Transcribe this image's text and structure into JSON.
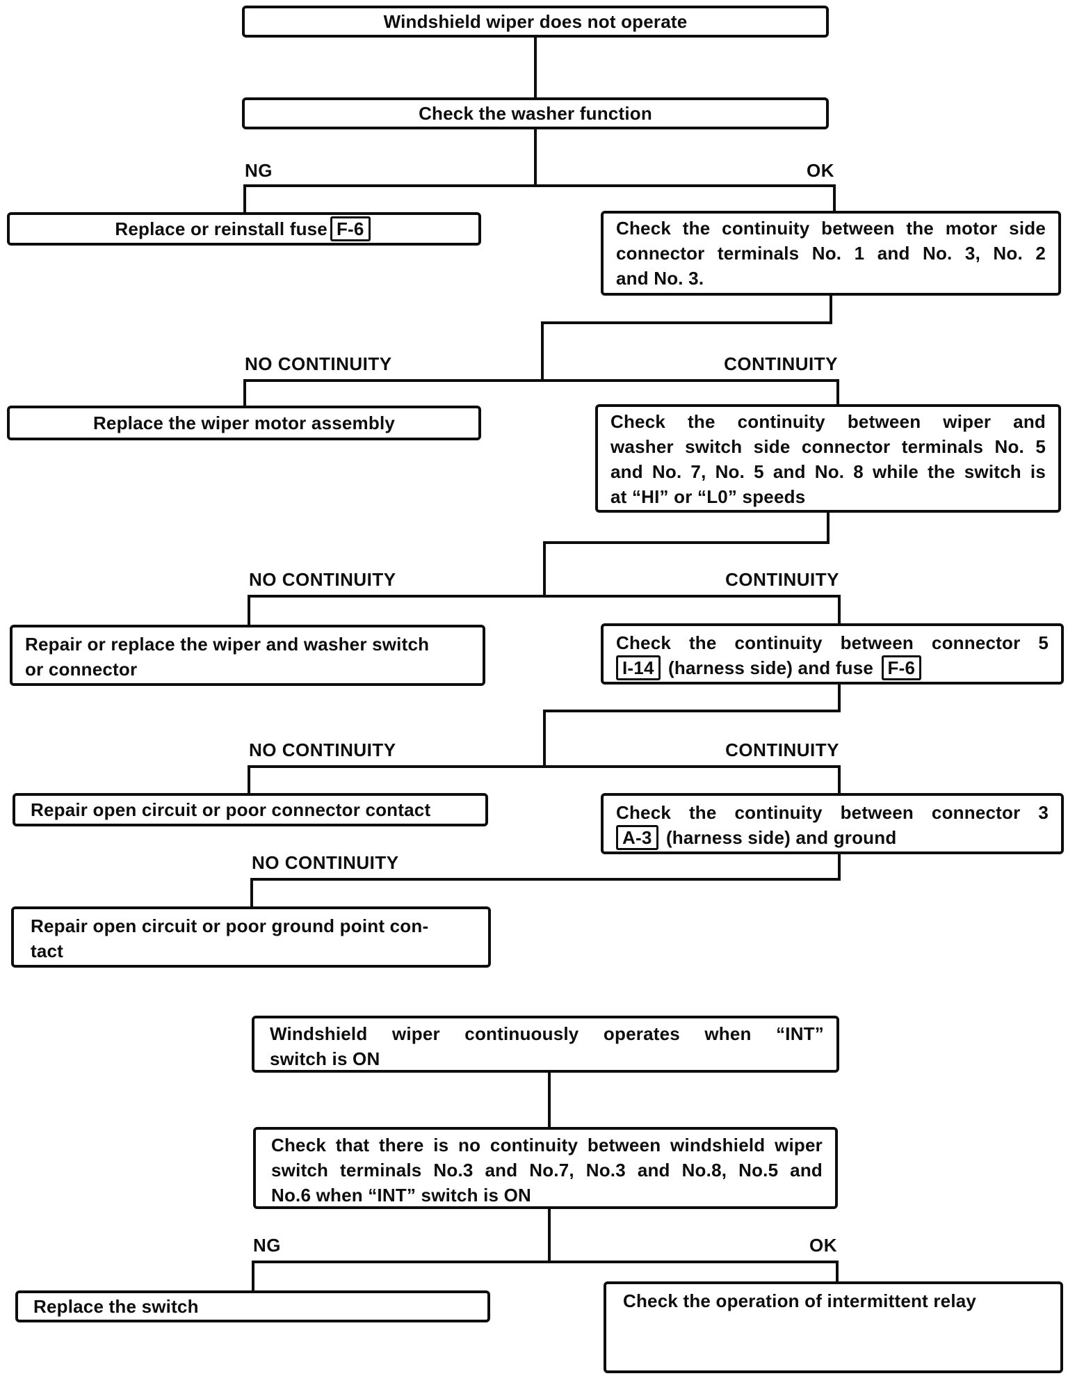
{
  "page": {
    "background_color": "#ffffff",
    "ink_color": "#0d0d0d",
    "document_type": "windshield wiper troubleshooting flowchart"
  },
  "labels": {
    "ng": "NG",
    "ok": "OK",
    "no_continuity": "NO CONTINUITY",
    "continuity": "CONTINUITY"
  },
  "flow1": {
    "start": "Windshield wiper does not operate",
    "check_washer": "Check the washer function",
    "replace_fuse": {
      "pre": "Replace or reinstall fuse",
      "ref": "F-6"
    },
    "check_motor": {
      "lines": [
        "Check the continuity between the motor side",
        "connector terminals No. 1 and No. 3, No. 2",
        "and No. 3."
      ]
    },
    "replace_motor": "Replace the wiper motor assembly",
    "check_switch": {
      "lines": [
        "Check the continuity between wiper and",
        "washer switch side connector terminals No. 5",
        "and No. 7, No. 5 and No. 8 while the switch is",
        "at “HI” or “L0” speeds"
      ]
    },
    "repair_switch": {
      "lines": [
        "Repair or replace the wiper and washer switch",
        "or connector"
      ]
    },
    "check_fuse_harness": {
      "line1": "Check the continuity between connector 5",
      "ref1": "I-14",
      "mid": "(harness side) and fuse",
      "ref2": "F-6"
    },
    "repair_connector": "Repair open circuit or poor connector contact",
    "check_ground": {
      "line1": "Check the continuity between connector 3",
      "ref1": "A-3",
      "mid": "(harness side) and ground"
    },
    "repair_ground": {
      "lines": [
        "Repair open circuit or poor ground point con-",
        "tact"
      ]
    }
  },
  "flow2": {
    "start": {
      "lines": [
        "Windshield wiper continuously operates when “INT”",
        "switch is ON"
      ]
    },
    "check_int": {
      "lines": [
        "Check that there is no continuity between windshield wiper",
        "switch terminals No.3 and No.7, No.3 and No.8, No.5 and",
        "No.6 when “INT” switch is ON"
      ]
    },
    "replace_switch": "Replace the switch",
    "check_relay": "Check the operation of intermittent relay"
  }
}
